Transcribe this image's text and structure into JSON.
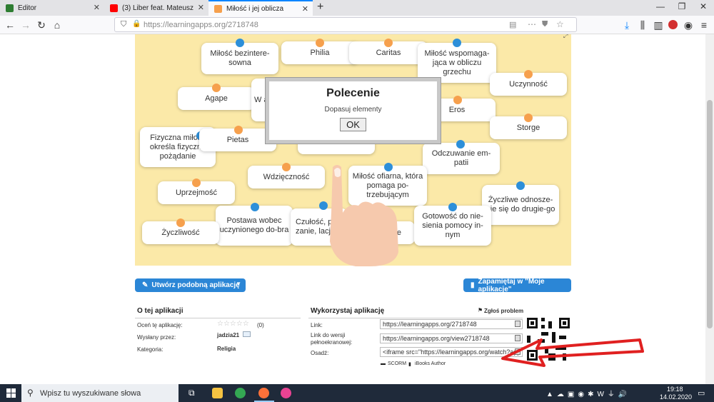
{
  "tabs": [
    {
      "label": "Editor",
      "color": "#2e7d32"
    },
    {
      "label": "(3) Liber feat. Mateusz Zió…",
      "color": "#ff0000"
    },
    {
      "label": "Miłość i jej oblicza",
      "color": "#f6a04d"
    }
  ],
  "new_tab": "+",
  "url": "https://learningapps.org/2718748",
  "board": {
    "cards": [
      {
        "text": "Miłość bezintere-sowna"
      },
      {
        "text": "Philia"
      },
      {
        "text": "Caritas"
      },
      {
        "text": "Miłość wspomaga-jąca w obliczu grzechu"
      },
      {
        "text": "Agape"
      },
      {
        "text": "W a"
      },
      {
        "text": "Eros"
      },
      {
        "text": "Uczynność"
      },
      {
        "text": "Storge"
      },
      {
        "text": "Fizyczna miłość określa fizyczne pożądanie"
      },
      {
        "text": "Pietas"
      },
      {
        "text": "Odczuwanie em-patii"
      },
      {
        "text": "Wdzięczność"
      },
      {
        "text": "Miłość ofiarna, która pomaga po-trzebującym"
      },
      {
        "text": "Uprzejmość"
      },
      {
        "text": "Życzliwe odnosze-nie się do drugie-go"
      },
      {
        "text": "Postawa wobec uczynionego do-bra"
      },
      {
        "text": "Czułość, przy zanie, lacje w"
      },
      {
        "text": "sierdzie"
      },
      {
        "text": "Gotowość do nie-sienia pomocy in-nym"
      },
      {
        "text": "Życzliwość"
      },
      {
        "text": ""
      }
    ],
    "dialog": {
      "title": "Polecenie",
      "text": "Dopasuj elementy",
      "ok": "OK"
    }
  },
  "buttons": {
    "create": "Utwórz podobną aplikację",
    "remember": "Zapamiętaj w \"Moje aplikacje\""
  },
  "about": {
    "title": "O tej aplikacji",
    "rate_label": "Oceń tę aplikację:",
    "rate_count": "(0)",
    "sent_label": "Wysłany przez:",
    "sent_value": "jadzia21",
    "cat_label": "Kategoria:",
    "cat_value": "Religia"
  },
  "use": {
    "title": "Wykorzystaj aplikację",
    "report": "Zgłoś problem",
    "link_label": "Link:",
    "link_value": "https://learningapps.org/2718748",
    "full_label": "Link do wersji pełnoekranowej:",
    "full_value": "https://learningapps.org/view2718748",
    "embed_label": "Osadź:",
    "embed_value": "<iframe src=\"https://learningapps.org/watch?app",
    "scorm": "SCORM",
    "ibooks": "iBooks Author"
  },
  "taskbar": {
    "search_placeholder": "Wpisz tu wyszukiwane słowa",
    "time": "19:18",
    "date": "14.02.2020"
  }
}
